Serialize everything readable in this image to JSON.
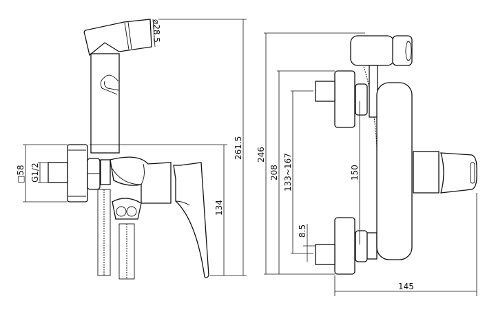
{
  "title": "Bidet shower mixer technical drawing",
  "side_view": {
    "dimensions": {
      "spray_diameter": "⌀28.5",
      "total_height": "261.5",
      "flange_size": "□58",
      "thread": "G1/2",
      "lever_height": "134"
    }
  },
  "front_view": {
    "dimensions": {
      "overall_height": "246",
      "flange_span": "208",
      "inlet_range": "133~167",
      "center_distance": "150",
      "offset": "8.5",
      "depth": "145"
    }
  }
}
